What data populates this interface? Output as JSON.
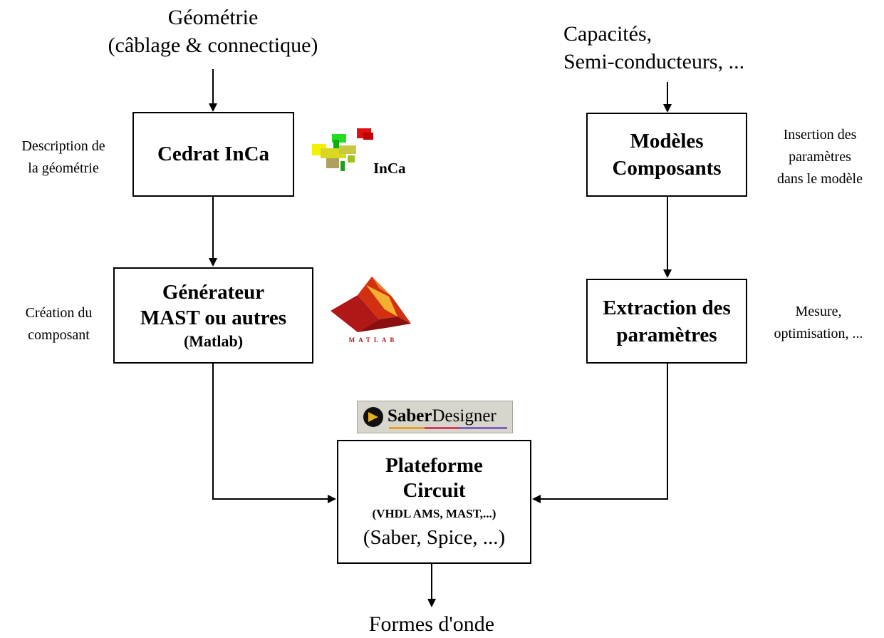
{
  "top_left_label": {
    "line1": "Géométrie",
    "line2": "(câblage & connectique)"
  },
  "top_right_label": {
    "line1": "Capacités,",
    "line2": "Semi-conducteurs, ..."
  },
  "inca_box": {
    "title": "Cedrat InCa"
  },
  "inca_note": {
    "line1": "Description de",
    "line2": "la géométrie"
  },
  "inca_logo": {
    "label": "InCa"
  },
  "generator_box": {
    "line1": "Générateur",
    "line2": "MAST ou autres",
    "line3": "(Matlab)"
  },
  "generator_note": {
    "line1": "Création du",
    "line2": "composant"
  },
  "matlab_logo": {
    "label": "MATLAB"
  },
  "models_box": {
    "line1": "Modèles",
    "line2": "Composants"
  },
  "models_note": {
    "line1": "Insertion des",
    "line2": "paramètres",
    "line3": "dans le modèle"
  },
  "extraction_box": {
    "line1": "Extraction des",
    "line2": "paramètres"
  },
  "extraction_note": {
    "line1": "Mesure,",
    "line2": "optimisation, ..."
  },
  "saber_logo": {
    "label_bold": "Saber",
    "label_rest": "Designer"
  },
  "platform_box": {
    "line1": "Plateforme",
    "line2": "Circuit",
    "line3": "(VHDL AMS, MAST,...)",
    "line4": "(Saber, Spice, ...)"
  },
  "bottom_label": {
    "text": "Formes d'onde"
  }
}
